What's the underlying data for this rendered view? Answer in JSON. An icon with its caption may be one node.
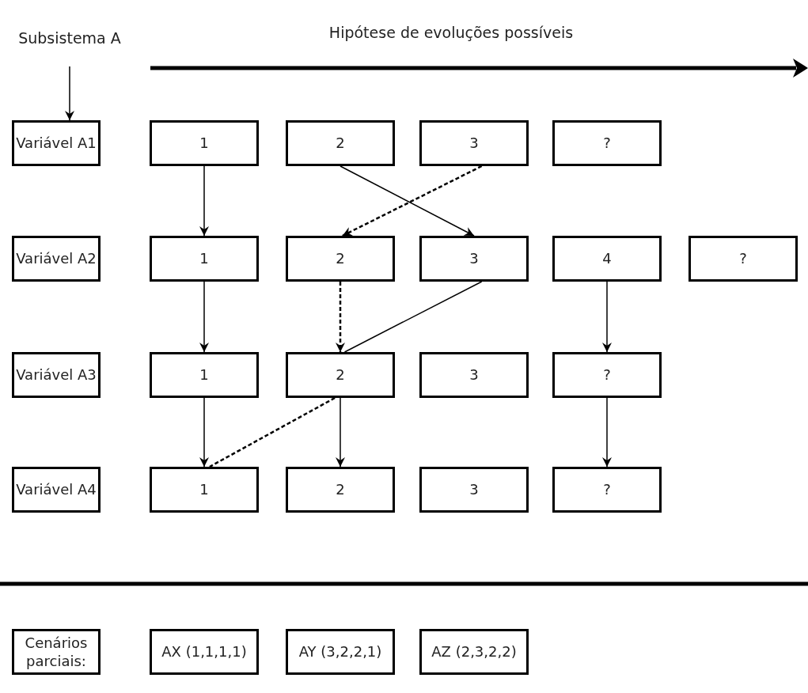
{
  "diagram": {
    "nodes": [
      {
        "text": [
          "Subsistema A"
        ]
      },
      {
        "text": [
          "Variável A1"
        ]
      },
      {
        "text": [
          "1"
        ]
      },
      {
        "text": [
          "2"
        ]
      },
      {
        "text": [
          "3"
        ]
      },
      {
        "text": [
          "?"
        ]
      },
      {
        "text": [
          "Variável A2"
        ]
      },
      {
        "text": [
          "1"
        ]
      },
      {
        "text": [
          "2"
        ]
      },
      {
        "text": [
          "3"
        ]
      },
      {
        "text": [
          "4"
        ]
      },
      {
        "text": [
          "?"
        ]
      },
      {
        "text": [
          "Variável A3"
        ]
      },
      {
        "text": [
          "1"
        ]
      },
      {
        "text": [
          "2"
        ]
      },
      {
        "text": [
          "3"
        ]
      },
      {
        "text": [
          "?"
        ]
      },
      {
        "text": [
          "Variável A4"
        ]
      },
      {
        "text": [
          "1"
        ]
      },
      {
        "text": [
          "2"
        ]
      },
      {
        "text": [
          "3"
        ]
      },
      {
        "text": [
          "?"
        ]
      },
      {
        "text": [
          "Cenários parciais:"
        ]
      },
      {
        "text": [
          "AX (1,1,1,1)"
        ]
      },
      {
        "text": [
          "AY (3,2,2,1)"
        ]
      },
      {
        "text": [
          "AZ (2,3,2,2)"
        ]
      }
    ],
    "edges": [
      {
        "from": 0,
        "to": 1,
        "arrow": "to"
      },
      {
        "from": 2,
        "to": 7,
        "arrow": "to"
      },
      {
        "from": 3,
        "to": 9,
        "arrow": "to"
      },
      {
        "from": 4,
        "to": 8,
        "arrow": "to",
        "style": "dashed"
      },
      {
        "from": 7,
        "to": 13,
        "arrow": "to"
      },
      {
        "from": 8,
        "to": 14,
        "arrow": "to",
        "style": "dashed"
      },
      {
        "from": 9,
        "to": 14,
        "arrow": "none"
      },
      {
        "from": 10,
        "to": 16,
        "arrow": "to"
      },
      {
        "from": 13,
        "to": 18,
        "arrow": "to"
      },
      {
        "from": 14,
        "to": 19,
        "arrow": "to"
      },
      {
        "from": 14,
        "to": 18,
        "arrow": "none",
        "style": "dashed"
      },
      {
        "from": 16,
        "to": 21,
        "arrow": "to"
      }
    ],
    "labels": [
      "Hipótese de evoluções possíveis"
    ]
  }
}
